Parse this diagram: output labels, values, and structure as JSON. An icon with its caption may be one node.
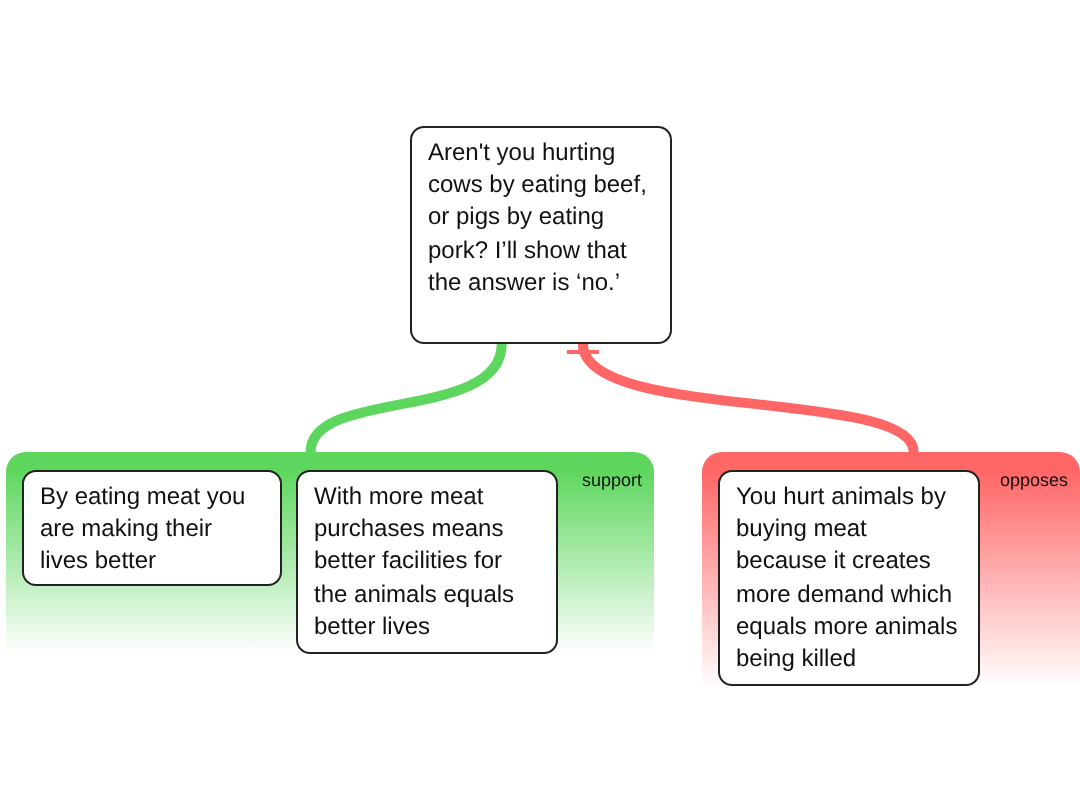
{
  "diagram": {
    "nodes": [
      {
        "text": [
          "Aren't you hurting cows by eating beef, or pigs by eating pork? I’ll show that the answer is ‘no.’"
        ]
      },
      {
        "text": [
          "support"
        ]
      },
      {
        "text": [
          "By eating meat you are making their lives better"
        ],
        "in": 1
      },
      {
        "text": [
          "With more meat purchases means better facilities for the animals equals better lives"
        ],
        "in": 1
      },
      {
        "text": [
          "opposes"
        ]
      },
      {
        "text": [
          "You hurt animals by buying meat because it creates more demand which equals more animals being killed"
        ],
        "in": 4
      }
    ],
    "edges": [
      {
        "from": 1,
        "to": 0,
        "arrow": "none",
        "color": "#5cd65c"
      },
      {
        "from": 4,
        "to": 0,
        "arrow": "other",
        "color": "#ff6666"
      }
    ]
  }
}
